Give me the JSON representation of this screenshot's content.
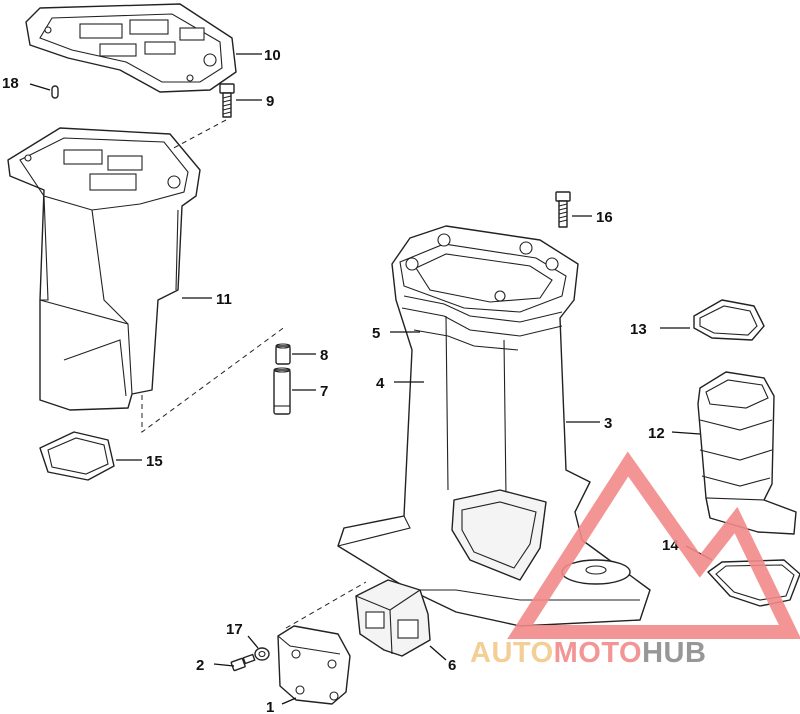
{
  "callouts": {
    "c1": "1",
    "c2": "2",
    "c3": "3",
    "c4": "4",
    "c5": "5",
    "c6": "6",
    "c7": "7",
    "c8": "8",
    "c9": "9",
    "c10": "10",
    "c11": "11",
    "c12": "12",
    "c13": "13",
    "c14": "14",
    "c15": "15",
    "c16": "16",
    "c17": "17",
    "c18": "18"
  },
  "watermark": {
    "part1": "AUTO",
    "part2": "MOTO",
    "part3": "HUB",
    "color_primary": "#f28a8a",
    "color_secondary": "#f2c98a",
    "color_tertiary": "#8c8c8c"
  }
}
